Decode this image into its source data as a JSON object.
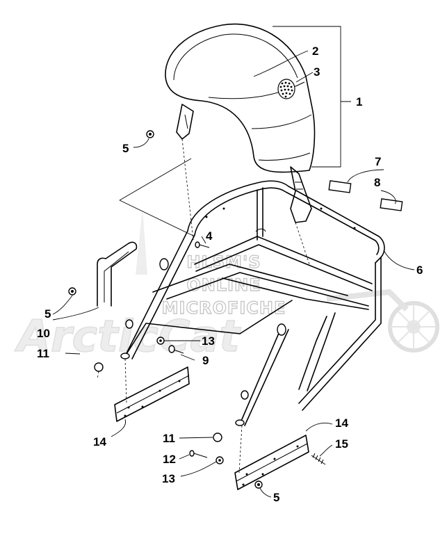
{
  "watermark": {
    "lines": [
      "HLSM'S",
      "ONLINE",
      "MICROFICHE"
    ],
    "logo_text": "ArcticCat"
  },
  "callouts": {
    "c1": "1",
    "c2": "2",
    "c3": "3",
    "c4": "4",
    "c5a": "5",
    "c5b": "5",
    "c5c": "5",
    "c6": "6",
    "c7": "7",
    "c8": "8",
    "c9": "9",
    "c10": "10",
    "c11a": "11",
    "c11b": "11",
    "c12": "12",
    "c13a": "13",
    "c13b": "13",
    "c14a": "14",
    "c14b": "14",
    "c15": "15"
  }
}
